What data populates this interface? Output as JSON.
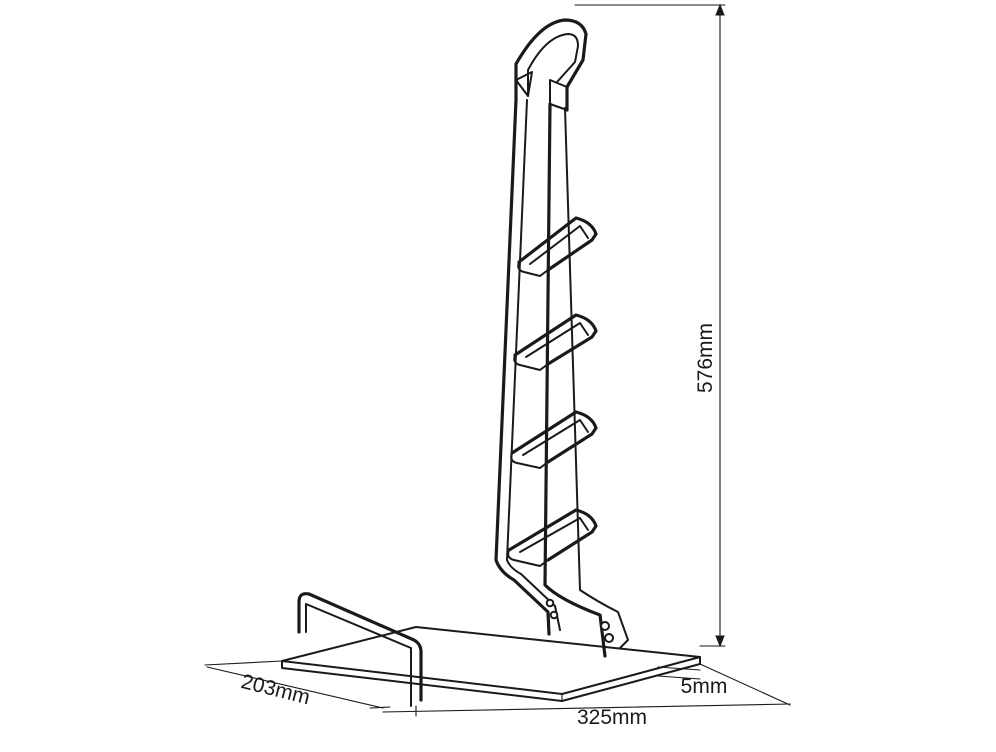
{
  "dimensions": {
    "height": "576mm",
    "depth": "203mm",
    "width": "325mm",
    "base_thickness": "5mm"
  }
}
